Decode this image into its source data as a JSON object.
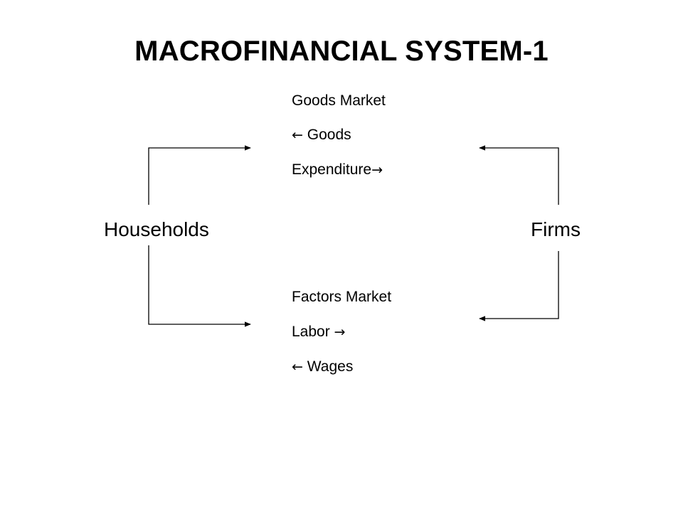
{
  "title": "MACROFINANCIAL SYSTEM-1",
  "nodes": {
    "households": "Households",
    "firms": "Firms"
  },
  "goods_market": {
    "title": "Goods Market",
    "line1_arrow": "←",
    "line1_text": " Goods",
    "line2_text": "Expenditure",
    "line2_arrow": "→"
  },
  "factors_market": {
    "title": "Factors Market",
    "line1_text": "Labor ",
    "line1_arrow": "→",
    "line2_arrow": "←",
    "line2_text": " Wages"
  },
  "colors": {
    "line": "#000000",
    "background": "#ffffff"
  }
}
